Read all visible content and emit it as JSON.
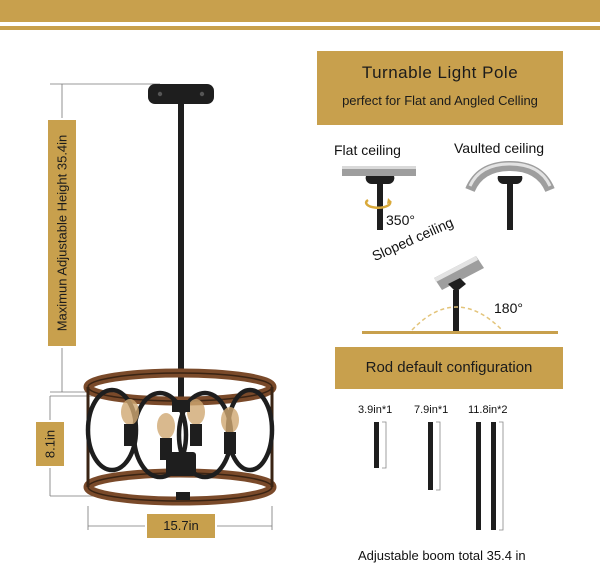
{
  "header": {
    "title": "Turnable Light Pole",
    "subtitle": "perfect for Flat and Angled Celling"
  },
  "ceilings": {
    "flat_label": "Flat ceiling",
    "vaulted_label": "Vaulted ceiling",
    "sloped_label": "Sloped ceiling",
    "flat_rotation": "350°",
    "sloped_angle": "180°"
  },
  "rod_config": {
    "title": "Rod default configuration",
    "rods": [
      {
        "label": "3.9in*1"
      },
      {
        "label": "7.9in*1"
      },
      {
        "label": "11.8in*2"
      }
    ],
    "footer": "Adjustable  boom total 35.4 in"
  },
  "dimensions": {
    "max_height": "Maximun Adjustable Height 35.4in",
    "fixture_height": "8.1in",
    "fixture_width": "15.7in"
  },
  "colors": {
    "accent": "#c8a04d",
    "metal": "#1e1e1e",
    "wood": "#7a4a2a"
  }
}
